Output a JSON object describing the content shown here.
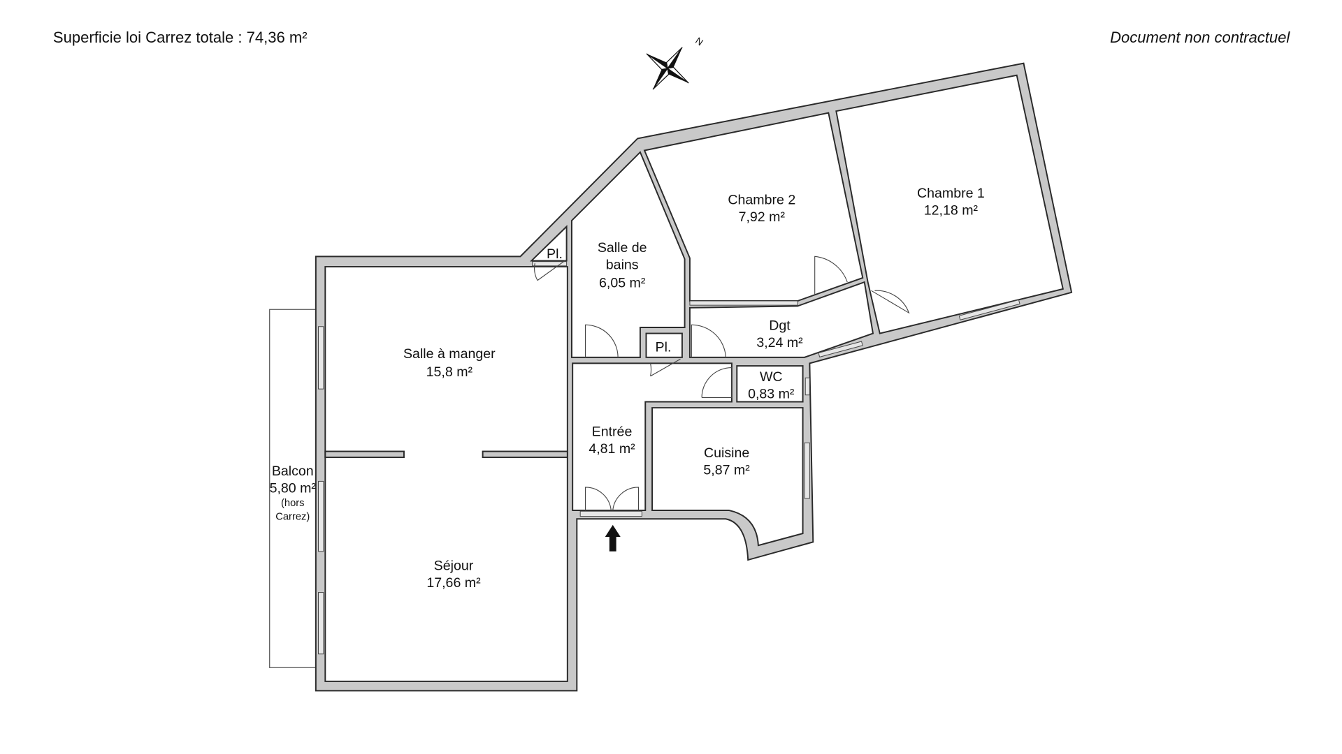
{
  "header": {
    "total_area": "Superficie loi Carrez totale :  74,36 m²",
    "disclaimer": "Document non contractuel"
  },
  "compass": {
    "north_label": "N"
  },
  "rooms": {
    "chambre2": {
      "name": "Chambre 2",
      "area": "7,92 m²"
    },
    "chambre1": {
      "name": "Chambre 1",
      "area": "12,18 m²"
    },
    "sdb": {
      "name1": "Salle de",
      "name2": "bains",
      "area": "6,05 m²"
    },
    "placard1": {
      "name": "Pl."
    },
    "placard2": {
      "name": "Pl."
    },
    "dgt": {
      "name": "Dgt",
      "area": "3,24 m²"
    },
    "wc": {
      "name": "WC",
      "area": "0,83 m²"
    },
    "salle_a_manger": {
      "name": "Salle à manger",
      "area": "15,8 m²"
    },
    "entree": {
      "name": "Entrée",
      "area": "4,81 m²"
    },
    "cuisine": {
      "name": "Cuisine",
      "area": "5,87 m²"
    },
    "balcon": {
      "name": "Balcon",
      "area": "5,80 m²",
      "note1": "(hors",
      "note2": "Carrez)"
    },
    "sejour": {
      "name": "Séjour",
      "area": "17,66 m²"
    }
  }
}
